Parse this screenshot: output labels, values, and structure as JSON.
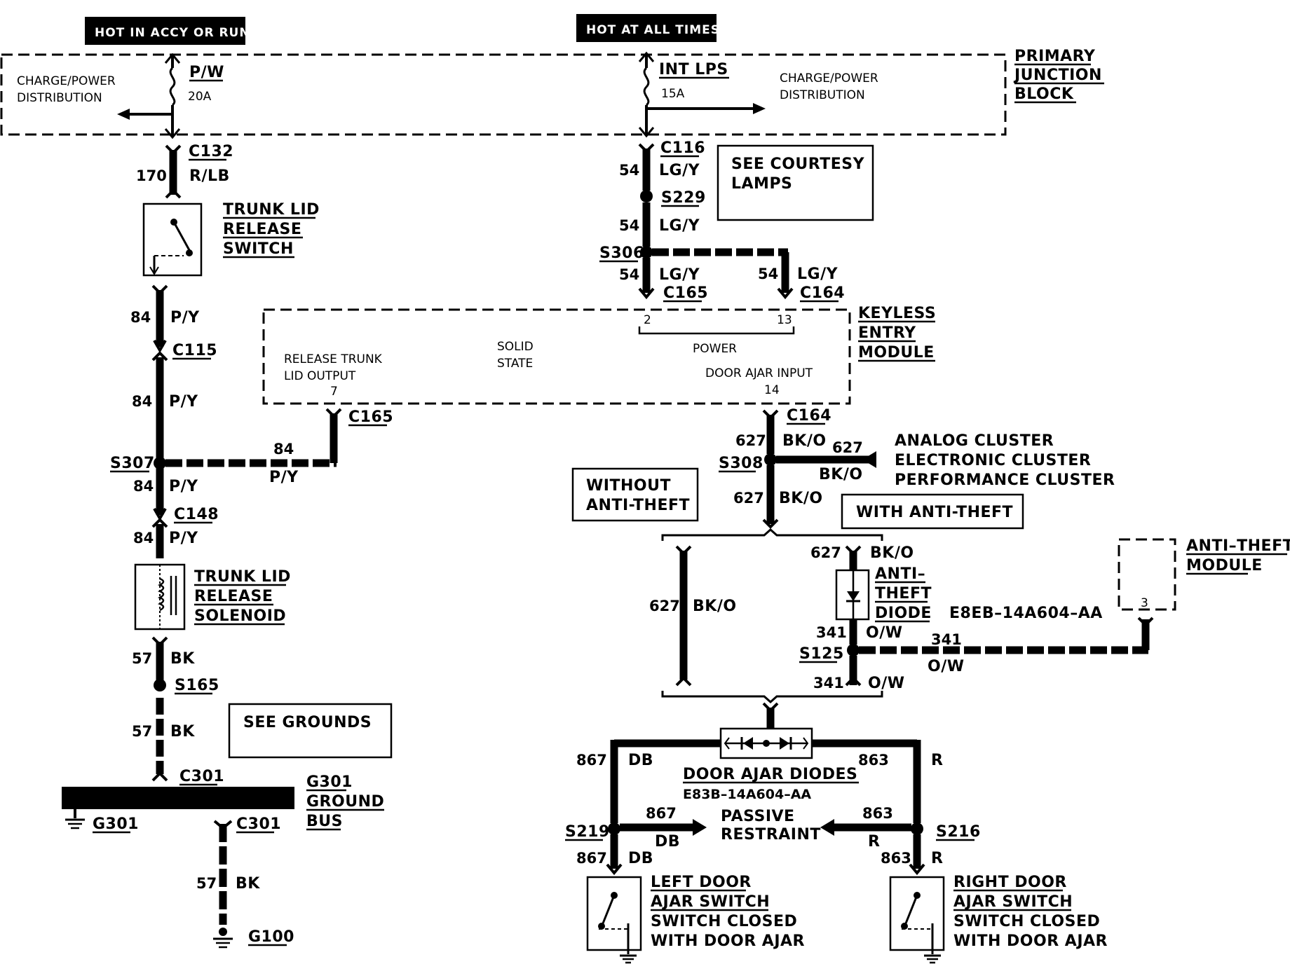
{
  "power": {
    "hot_accy_run": "HOT IN ACCY OR RUN",
    "hot_all_times": "HOT AT ALL TIMES"
  },
  "junction_block": {
    "left_text_1": "CHARGE/POWER",
    "left_text_2": "DISTRIBUTION",
    "pw_label": "P/W",
    "pw_fuse": "20A",
    "int_lps": "INT LPS",
    "int_lps_fuse": "15A",
    "right_text_1": "CHARGE/POWER",
    "right_text_2": "DISTRIBUTION",
    "name_1": "PRIMARY",
    "name_2": "JUNCTION",
    "name_3": "BLOCK"
  },
  "left_branch": {
    "c132": "C132",
    "w170": "170",
    "r_lb": "R/LB",
    "trunk_switch_1": "TRUNK LID",
    "trunk_switch_2": "RELEASE",
    "trunk_switch_3": "SWITCH",
    "w84_a": "84",
    "py_a": "P/Y",
    "c115": "C115",
    "w84_b": "84",
    "py_b": "P/Y",
    "s307": "S307",
    "w84_horiz": "84",
    "py_horiz": "P/Y",
    "c165_left": "C165",
    "w84_c": "84",
    "py_c": "P/Y",
    "c148": "C148",
    "w84_d": "84",
    "py_d": "P/Y",
    "solenoid_1": "TRUNK LID",
    "solenoid_2": "RELEASE",
    "solenoid_3": "SOLENOID",
    "w57_a": "57",
    "bk_a": "BK",
    "s165": "S165",
    "w57_b": "57",
    "bk_b": "BK",
    "see_grounds": "SEE GROUNDS",
    "c301_top": "C301",
    "g301_1": "G301",
    "g301_2": "GROUND",
    "g301_3": "BUS",
    "g301_left": "G301",
    "c301_bottom": "C301",
    "w57_c": "57",
    "bk_c": "BK",
    "g100": "G100"
  },
  "right_branch": {
    "c116": "C116",
    "w54_a": "54",
    "lgy_a": "LG/Y",
    "s229": "S229",
    "w54_b": "54",
    "lgy_b": "LG/Y",
    "see_courtesy_1": "SEE COURTESY",
    "see_courtesy_2": "LAMPS",
    "s306": "S306",
    "w54_c": "54",
    "lgy_c": "LG/Y",
    "c165": "C165",
    "w54_d": "54",
    "lgy_d": "LG/Y",
    "c164_top": "C164"
  },
  "keyless": {
    "release_1": "RELEASE TRUNK",
    "release_2": "LID OUTPUT",
    "pin7": "7",
    "solid_1": "SOLID",
    "solid_2": "STATE",
    "pin2": "2",
    "pin13": "13",
    "power": "POWER",
    "door_ajar_input": "DOOR AJAR INPUT",
    "pin14": "14",
    "name_1": "KEYLESS",
    "name_2": "ENTRY",
    "name_3": "MODULE"
  },
  "cluster": {
    "c164": "C164",
    "w627_a": "627",
    "bko_a": "BK/O",
    "w627_h": "627",
    "bko_h": "BK/O",
    "s308": "S308",
    "analog": "ANALOG CLUSTER",
    "electronic": "ELECTRONIC CLUSTER",
    "performance": "PERFORMANCE CLUSTER",
    "w627_b": "627",
    "bko_b": "BK/O",
    "without_1": "WITHOUT",
    "without_2": "ANTI-THEFT",
    "with": "WITH ANTI-THEFT"
  },
  "anti_theft": {
    "w627_left": "627",
    "bko_left": "BK/O",
    "w627_top": "627",
    "bko_top": "BK/O",
    "diode_1": "ANTI–",
    "diode_2": "THEFT",
    "diode_3": "DIODE",
    "part": "E8EB–14A604–AA",
    "w341_a": "341",
    "ow_a": "O/W",
    "s125": "S125",
    "w341_h": "341",
    "ow_h": "O/W",
    "w341_b": "341",
    "ow_b": "O/W",
    "module_1": "ANTI–THEFT",
    "module_2": "MODULE",
    "pin3": "3"
  },
  "door_ajar": {
    "w867_top": "867",
    "db_top": "DB",
    "w863_top": "863",
    "r_top": "R",
    "diodes": "DOOR AJAR DIODES",
    "diodes_part": "E83B–14A604–AA",
    "s219": "S219",
    "w867_h": "867",
    "db_h": "DB",
    "passive_1": "PASSIVE",
    "passive_2": "RESTRAINT",
    "w863_h": "863",
    "r_h": "R",
    "s216": "S216",
    "w867_bot": "867",
    "db_bot": "DB",
    "w863_bot": "863",
    "r_bot": "R",
    "left_1": "LEFT DOOR",
    "left_2": "AJAR SWITCH",
    "left_3": "SWITCH CLOSED",
    "left_4": "WITH DOOR AJAR",
    "right_1": "RIGHT DOOR",
    "right_2": "AJAR SWITCH",
    "right_3": "SWITCH CLOSED",
    "right_4": "WITH DOOR AJAR"
  }
}
